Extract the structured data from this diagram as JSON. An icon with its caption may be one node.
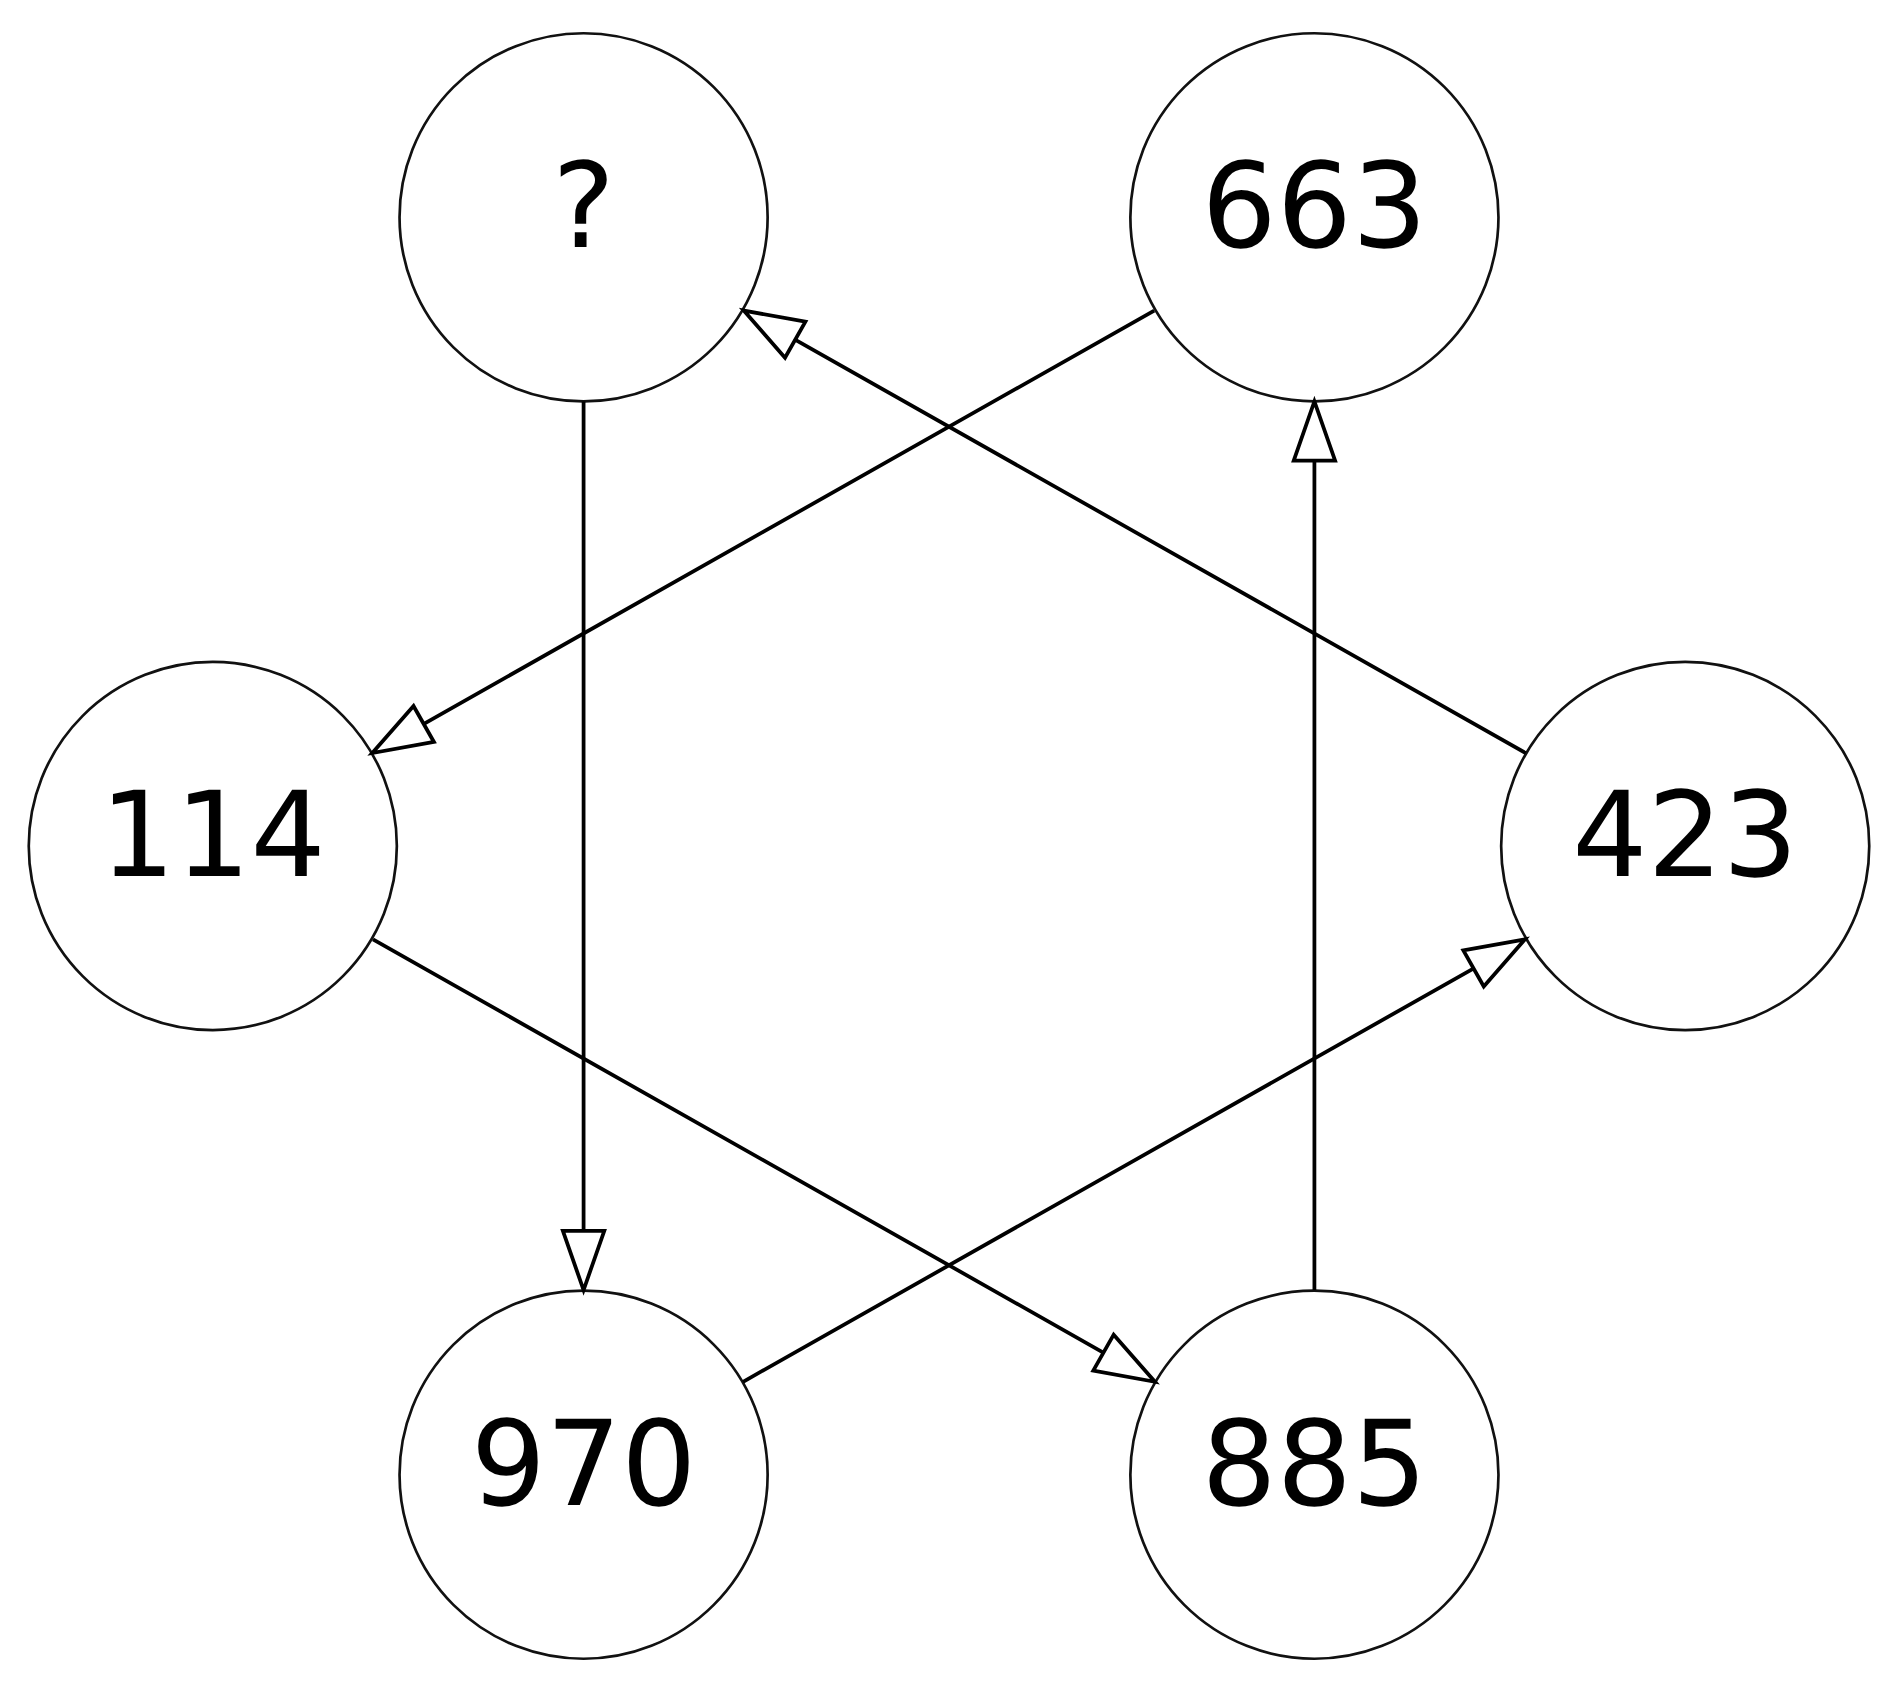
{
  "diagram": {
    "nodes": [
      {
        "text": [
          "?"
        ]
      },
      {
        "text": [
          "663"
        ]
      },
      {
        "text": [
          "114"
        ]
      },
      {
        "text": [
          "423"
        ]
      },
      {
        "text": [
          "970"
        ]
      },
      {
        "text": [
          "885"
        ]
      }
    ],
    "edges": [
      {
        "from": 0,
        "to": 4,
        "arrow": "to"
      },
      {
        "from": 1,
        "to": 2,
        "arrow": "to"
      },
      {
        "from": 2,
        "to": 5,
        "arrow": "to"
      },
      {
        "from": 4,
        "to": 3,
        "arrow": "to"
      },
      {
        "from": 5,
        "to": 1,
        "arrow": "to"
      },
      {
        "from": 3,
        "to": 0,
        "arrow": "to"
      }
    ]
  }
}
